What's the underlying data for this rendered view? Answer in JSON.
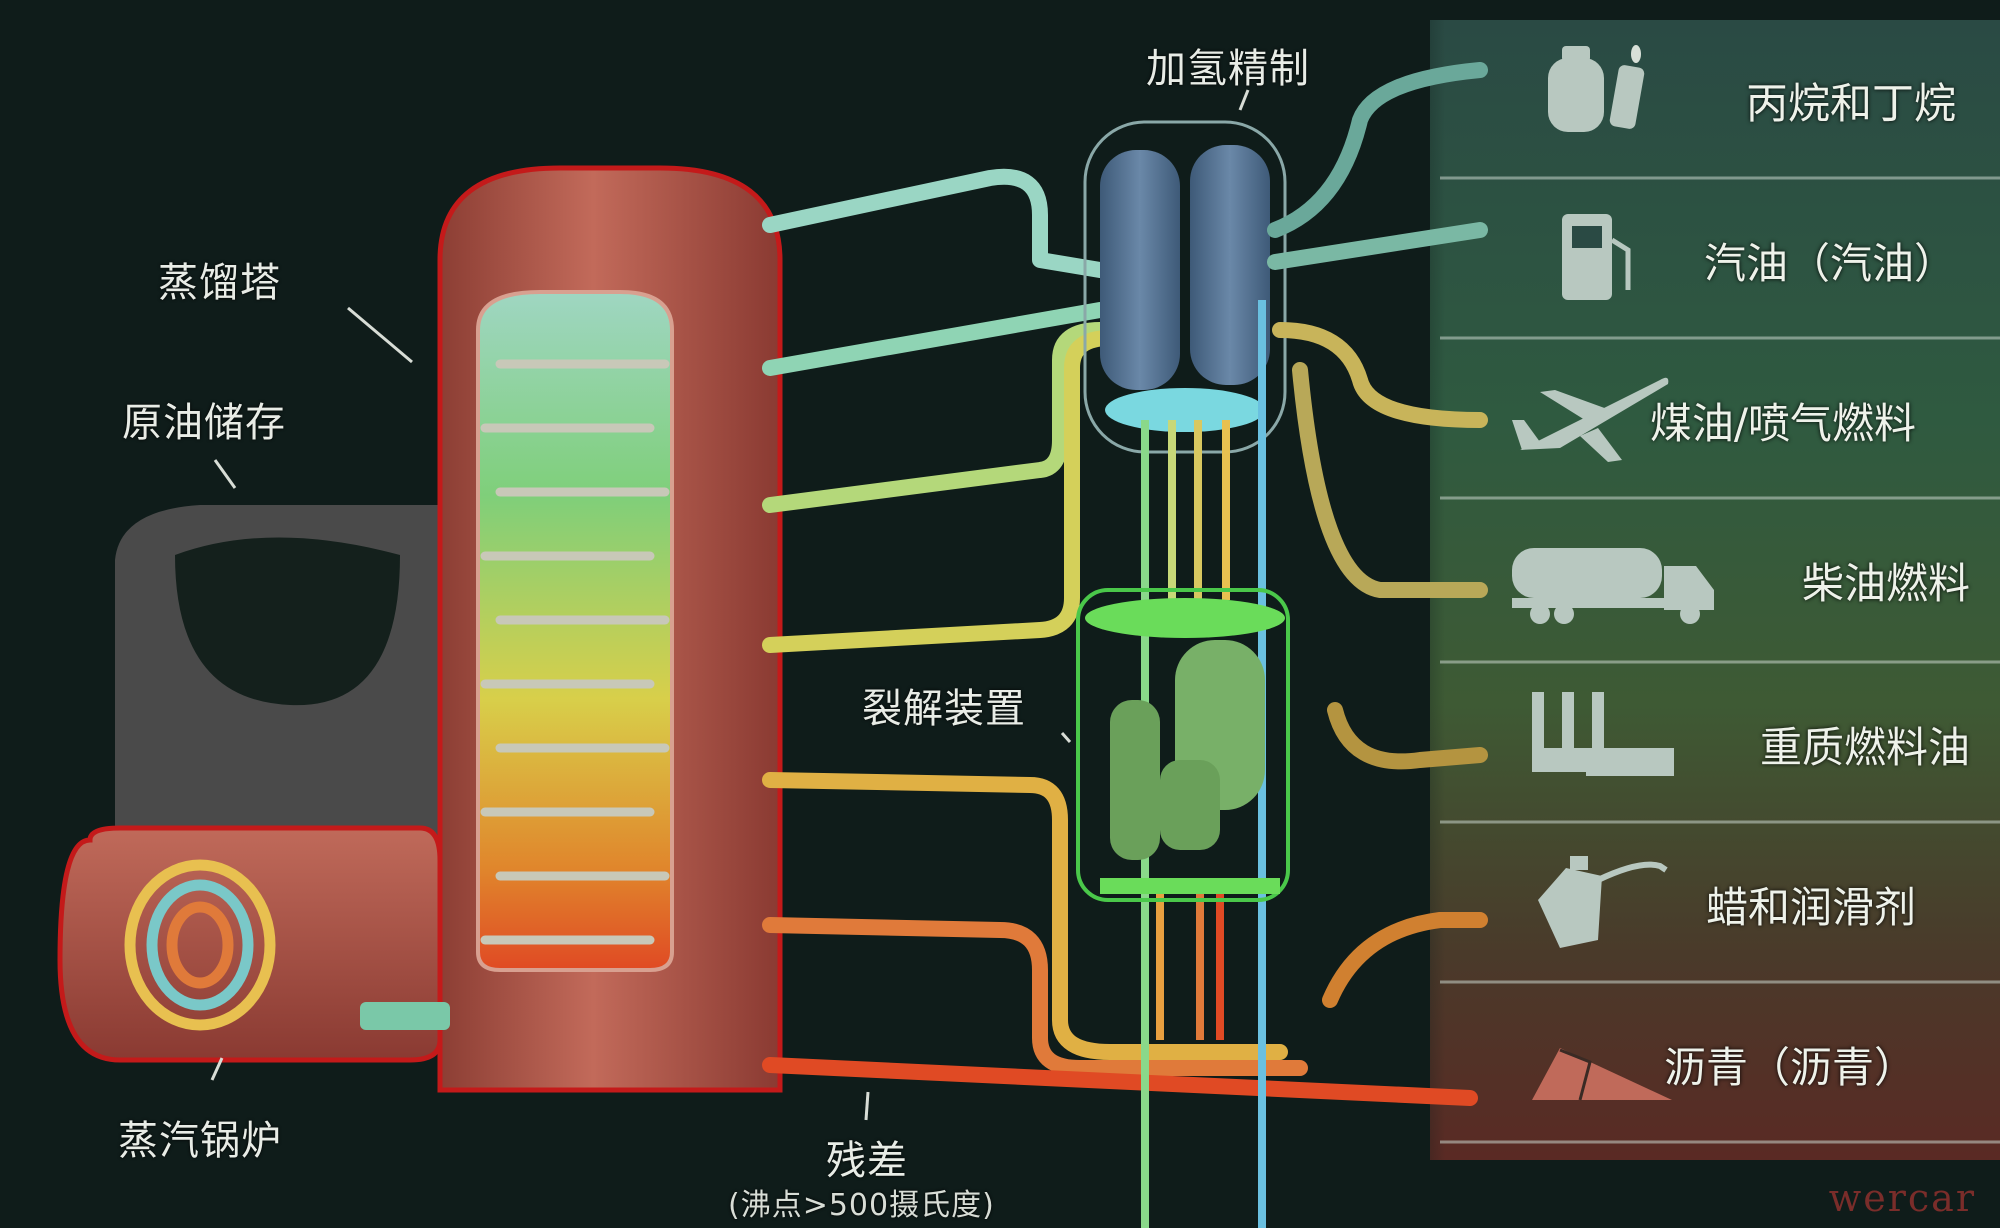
{
  "labels": {
    "distillation_tower": "蒸馏塔",
    "crude_storage": "原油储存",
    "steam_boiler": "蒸汽锅炉",
    "hydrotreating": "加氢精制",
    "cracking_unit": "裂解装置",
    "residue": "残差",
    "residue_note": "(沸点>500摄氏度)"
  },
  "products": [
    {
      "label": "丙烷和丁烷",
      "icon": "gas-cylinder-lighter-icon"
    },
    {
      "label": "汽油（汽油）",
      "icon": "fuel-pump-icon"
    },
    {
      "label": "煤油/喷气燃料",
      "icon": "airplane-icon"
    },
    {
      "label": "柴油燃料",
      "icon": "tanker-truck-icon"
    },
    {
      "label": "重质燃料油",
      "icon": "factory-icon"
    },
    {
      "label": "蜡和润滑剂",
      "icon": "oil-can-icon"
    },
    {
      "label": "沥青（沥青）",
      "icon": "asphalt-pile-icon"
    }
  ],
  "watermark": "wercar",
  "colors": {
    "background": "#0f1c1a",
    "tower": "#b45a4c",
    "storage": "#4a4a4a",
    "hydro_unit": "#5a7896",
    "cracking_unit": "#6aa05a"
  }
}
